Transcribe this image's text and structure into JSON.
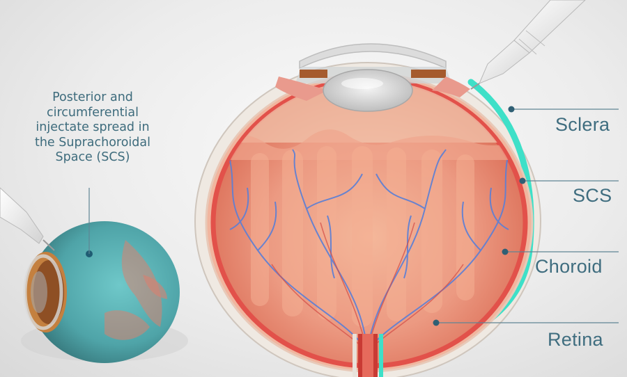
{
  "caption": {
    "lines": [
      "Posterior and",
      "circumferential",
      "injectate spread in",
      "the Suprachoroidal",
      "Space (SCS)"
    ]
  },
  "labels": {
    "sclera": "Sclera",
    "scs": "SCS",
    "choroid": "Choroid",
    "retina": "Retina"
  },
  "colors": {
    "label_text": "#3f6d7f",
    "scs_layer": "#3ee0c8",
    "retina": "#e8685a",
    "choroid": "#e57a6a",
    "vessels": "#5a7fd6",
    "sclera": "#ece6df"
  }
}
